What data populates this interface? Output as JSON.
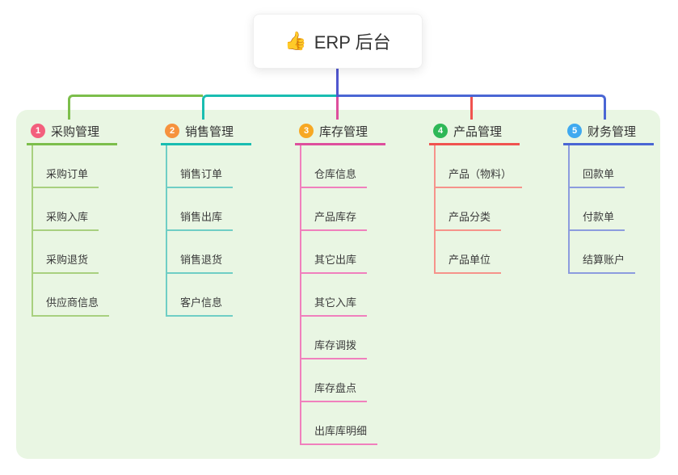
{
  "root": {
    "icon": "👍",
    "title": "ERP 后台"
  },
  "colors": {
    "page_background": "#ffffff",
    "panel_background": "#E9F6E3",
    "root_line": "#5157CF",
    "title_text": "#333333",
    "item_text": "#3b3b3b"
  },
  "branches": [
    {
      "badge": "1",
      "title": "采购管理",
      "badge_color": "#F35F7D",
      "line_color": "#7CBE4B",
      "sub_line_color": "#A8D07F",
      "items": [
        "采购订单",
        "采购入库",
        "采购退货",
        "供应商信息"
      ]
    },
    {
      "badge": "2",
      "title": "销售管理",
      "badge_color": "#F6923E",
      "line_color": "#19BDB1",
      "sub_line_color": "#6FCEC5",
      "items": [
        "销售订单",
        "销售出库",
        "销售退货",
        "客户信息"
      ]
    },
    {
      "badge": "3",
      "title": "库存管理",
      "badge_color": "#F7A823",
      "line_color": "#DE4F9D",
      "sub_line_color": "#F080BD",
      "items": [
        "仓库信息",
        "产品库存",
        "其它出库",
        "其它入库",
        "库存调拨",
        "库存盘点",
        "出库库明细"
      ]
    },
    {
      "badge": "4",
      "title": "产品管理",
      "badge_color": "#2EB857",
      "line_color": "#F0534F",
      "sub_line_color": "#F6938B",
      "items": [
        "产品（物料）",
        "产品分类",
        "产品单位"
      ]
    },
    {
      "badge": "5",
      "title": "财务管理",
      "badge_color": "#3FA9F0",
      "line_color": "#4A66D4",
      "sub_line_color": "#8C9CDE",
      "items": [
        "回款单",
        "付款单",
        "结算账户"
      ]
    }
  ]
}
